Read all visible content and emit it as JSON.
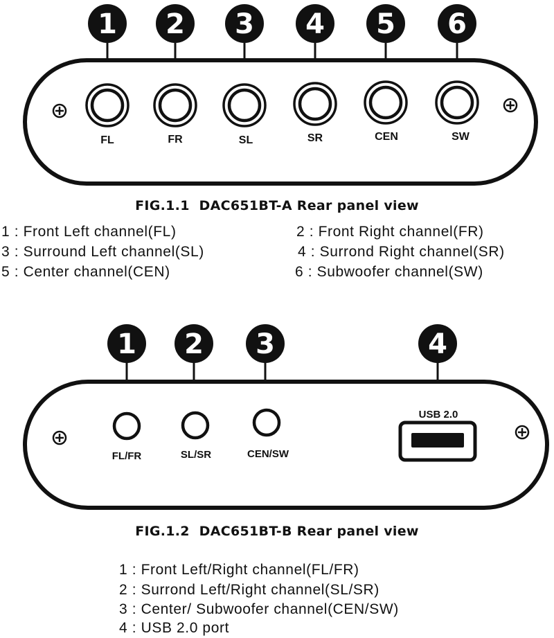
{
  "fig1": {
    "caption": "FIG.1.1  DAC651BT-A Rear panel view",
    "markers": [
      "1",
      "2",
      "3",
      "4",
      "5",
      "6"
    ],
    "ports": [
      "FL",
      "FR",
      "SL",
      "SR",
      "CEN",
      "SW"
    ],
    "legend_left": [
      "1 : Front Left channel(FL)",
      "3 : Surround Left channel(SL)",
      "5 : Center channel(CEN)"
    ],
    "legend_right": [
      "2 : Front Right channel(FR)",
      "4 : Surrond Right channel(SR)",
      "6 : Subwoofer channel(SW)"
    ]
  },
  "fig2": {
    "caption": "FIG.1.2  DAC651BT-B Rear panel view",
    "markers": [
      "1",
      "2",
      "3",
      "4"
    ],
    "ports": [
      "FL/FR",
      "SL/SR",
      "CEN/SW"
    ],
    "usb_label": "USB 2.0",
    "legend": [
      "1 : Front Left/Right channel(FL/FR)",
      "2 : Surrond Left/Right channel(SL/SR)",
      "3 : Center/ Subwoofer channel(CEN/SW)",
      "4 : USB 2.0 port"
    ]
  }
}
